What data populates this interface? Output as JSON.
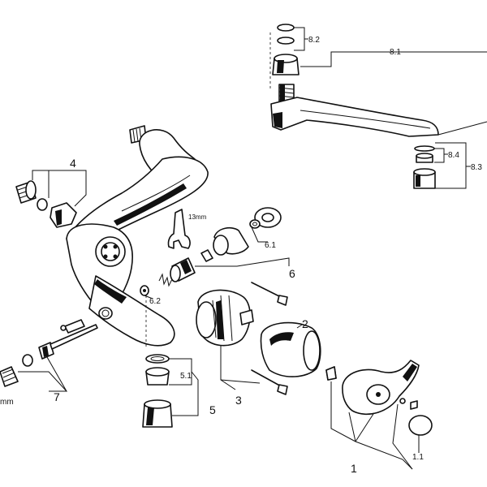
{
  "labels": {
    "p1": "1",
    "p1_1": "1.1",
    "p2": "2",
    "p3": "3",
    "p4": "4",
    "p5": "5",
    "p5_1": "5.1",
    "p6": "6",
    "p6_1": "6.1",
    "p6_2": "6.2",
    "p7": "7",
    "p8_1": "8.1",
    "p8_2": "8.2",
    "p8_3": "8.3",
    "p8_4": "8.4",
    "wrench": "13mm",
    "mm_edge": "mm"
  }
}
